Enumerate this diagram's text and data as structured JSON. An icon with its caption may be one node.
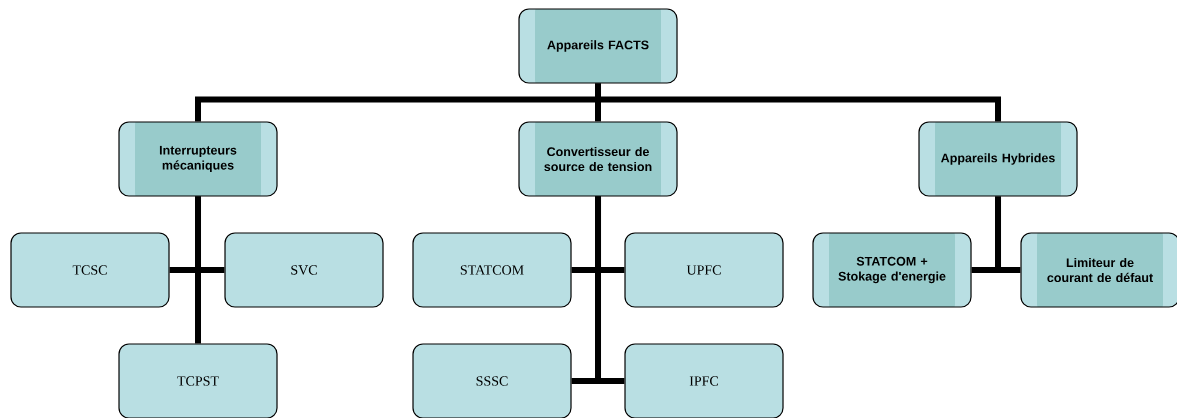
{
  "diagram": {
    "nodes": [
      {
        "text": [
          "Appareils FACTS"
        ]
      },
      {
        "text": [
          "Interrupteurs mécaniques"
        ]
      },
      {
        "text": [
          "Convertisseur de source de tension"
        ]
      },
      {
        "text": [
          "Appareils Hybrides"
        ]
      },
      {
        "text": [
          "TCSC"
        ]
      },
      {
        "text": [
          "SVC"
        ]
      },
      {
        "text": [
          "TCPST"
        ]
      },
      {
        "text": [
          "STATCOM"
        ]
      },
      {
        "text": [
          "UPFC"
        ]
      },
      {
        "text": [
          "SSSC"
        ]
      },
      {
        "text": [
          "IPFC"
        ]
      },
      {
        "text": [
          "STATCOM + Stokage d'energie"
        ]
      },
      {
        "text": [
          "Limiteur de courant de défaut"
        ]
      }
    ],
    "edges": [
      {
        "from": 0,
        "to": 1,
        "arrow": "none"
      },
      {
        "from": 0,
        "to": 2,
        "arrow": "none"
      },
      {
        "from": 0,
        "to": 3,
        "arrow": "none"
      },
      {
        "from": 1,
        "to": 4,
        "arrow": "none"
      },
      {
        "from": 1,
        "to": 5,
        "arrow": "none"
      },
      {
        "from": 1,
        "to": 6,
        "arrow": "none"
      },
      {
        "from": 2,
        "to": 7,
        "arrow": "none"
      },
      {
        "from": 2,
        "to": 8,
        "arrow": "none"
      },
      {
        "from": 2,
        "to": 9,
        "arrow": "none"
      },
      {
        "from": 2,
        "to": 10,
        "arrow": "none"
      },
      {
        "from": 3,
        "to": 11,
        "arrow": "none"
      },
      {
        "from": 3,
        "to": 12,
        "arrow": "none"
      }
    ]
  }
}
